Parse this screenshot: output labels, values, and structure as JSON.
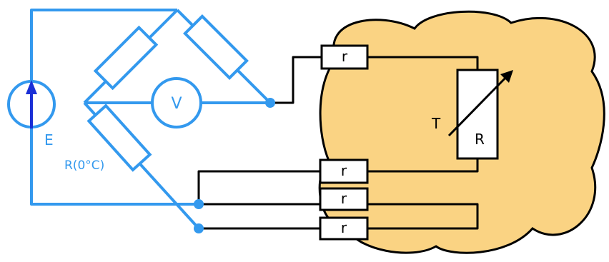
{
  "diagram": {
    "labels": {
      "voltage_source": "E",
      "voltmeter": "V",
      "reference_resistor": "R(0°C)",
      "lead_resistance": "r",
      "sensor_resistor": "R",
      "temperature": "T"
    },
    "colors": {
      "bridge_wire": "#3399ee",
      "source_arrow": "#1a2fd6",
      "lead_wire": "#000000",
      "cloud_fill": "#fad383"
    }
  }
}
